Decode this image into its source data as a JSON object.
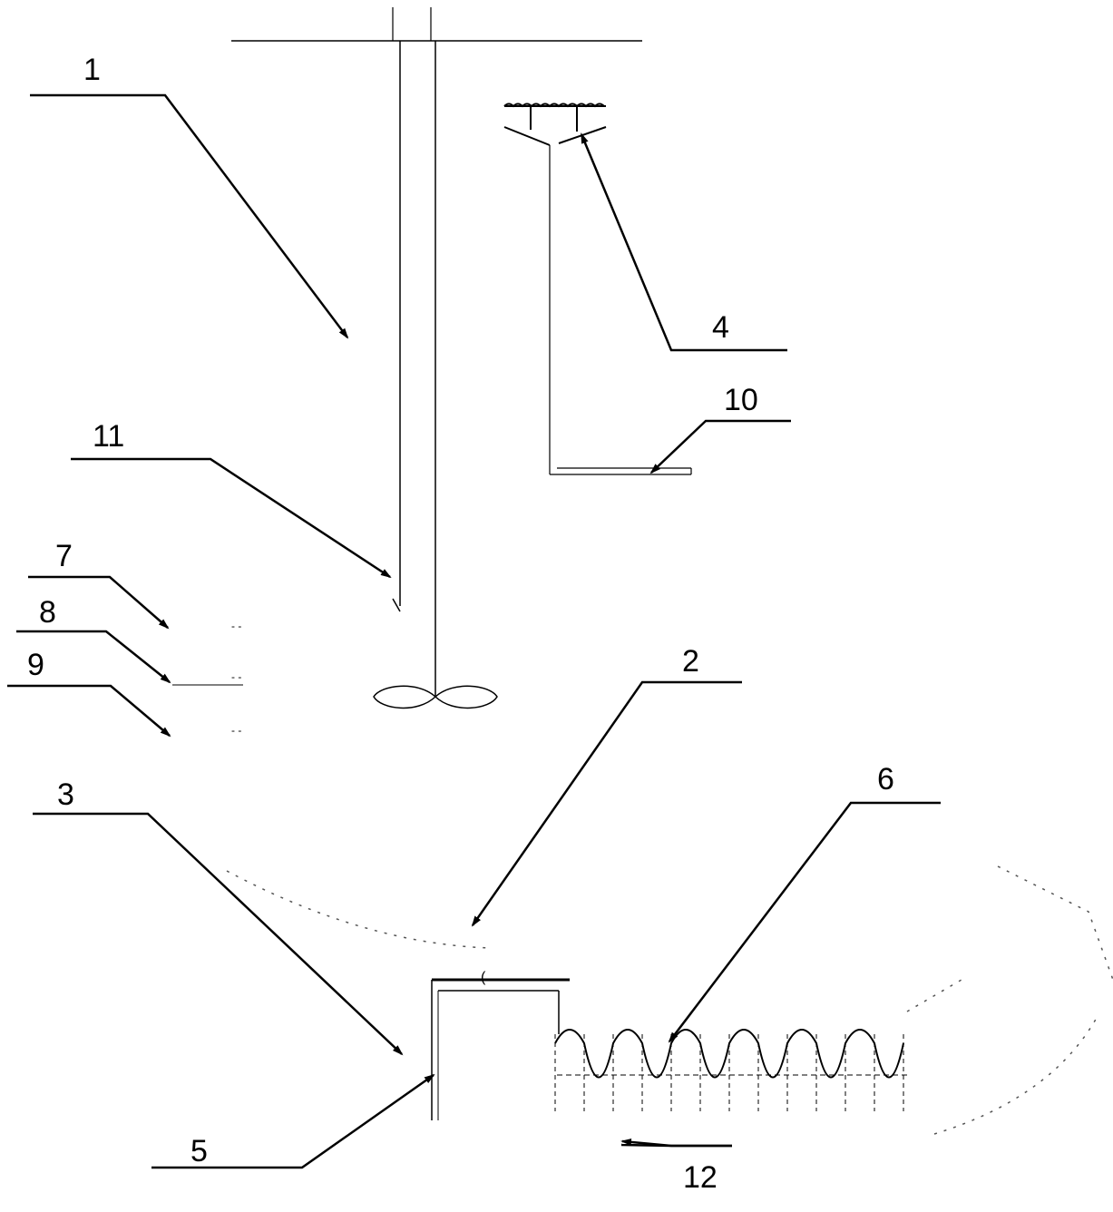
{
  "labels": {
    "l1": "1",
    "l2": "2",
    "l3": "3",
    "l4": "4",
    "l5": "5",
    "l6": "6",
    "l7": "7",
    "l8": "8",
    "l9": "9",
    "l10": "10",
    "l11": "11",
    "l12": "12"
  },
  "colors": {
    "line": "#000000",
    "background": "#ffffff",
    "dashed": "#555555"
  }
}
